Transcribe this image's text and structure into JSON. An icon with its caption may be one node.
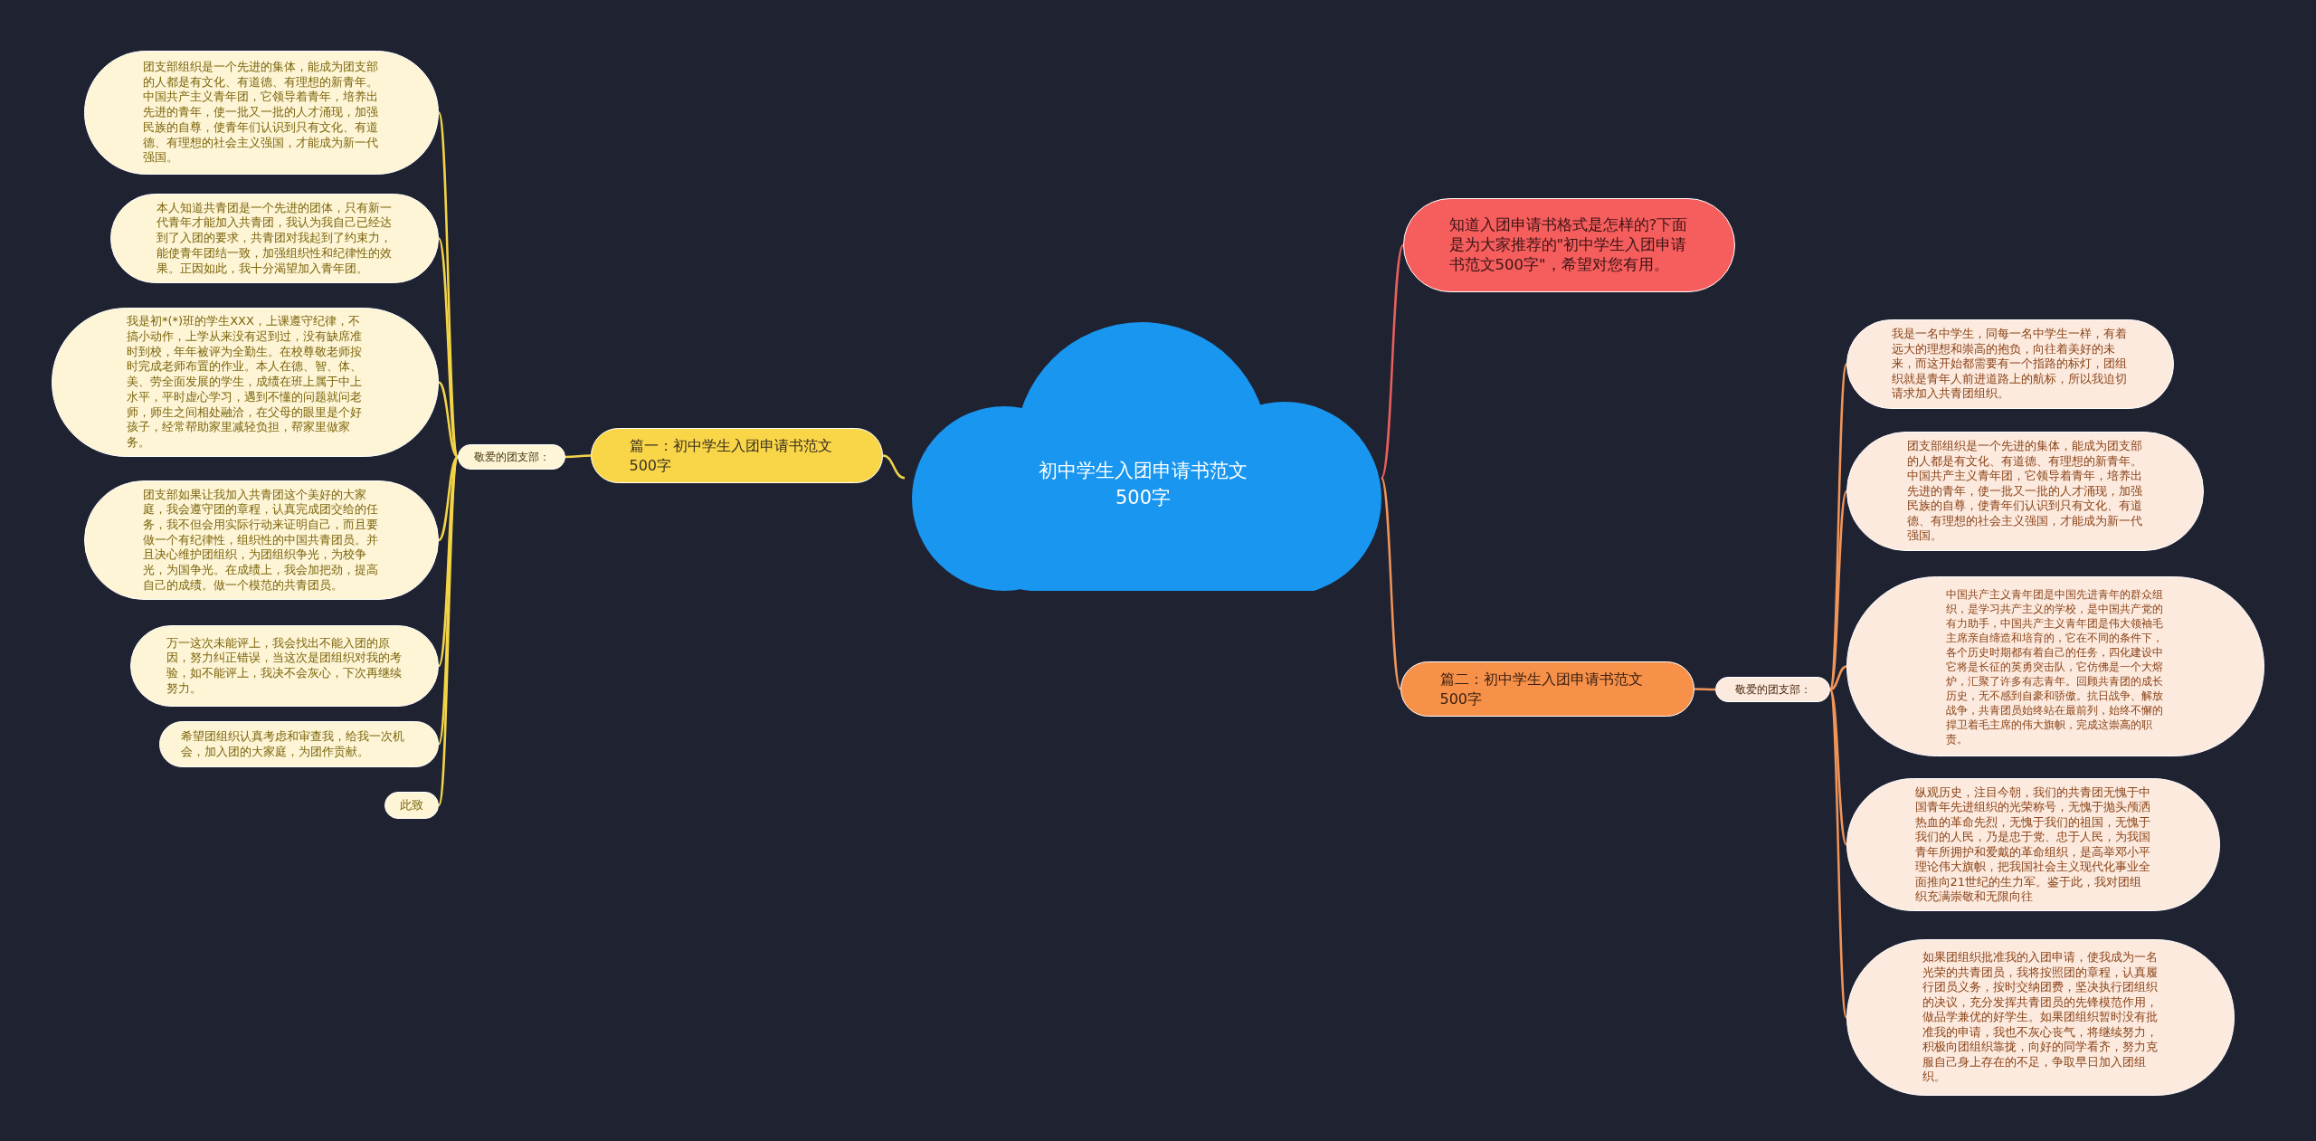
{
  "diagram": {
    "nodes": [
      {
        "text": [
          "初中学生入团申请书范文500字"
        ]
      },
      {
        "text": [
          "篇一：初中学生入团申请书范文500字"
        ]
      },
      {
        "text": [
          "敬爱的团支部："
        ]
      },
      {
        "text": [
          "团支部组织是一个先进的集体，能成为团支部的人都是有文化、有道德、有理想的新青年。中国共产主义青年团，它领导着青年，培养出先进的青年，使一批又一批的人才涌现，加强民族的自尊，使青年们认识到只有文化、有道德、有理想的社会主义强国，才能成为新一代强国。"
        ]
      },
      {
        "text": [
          "本人知道共青团是一个先进的团体，只有新一代青年才能加入共青团，我认为我自己已经达到了入团的要求，共青团对我起到了约束力，能使青年团结一致，加强组织性和纪律性的效果。正因如此，我十分渴望加入青年团。"
        ]
      },
      {
        "text": [
          "我是初*(*)班的学生XXX，上课遵守纪律，不搞小动作，上学从来没有迟到过，没有缺席准时到校，年年被评为全勤生。在校尊敬老师按时完成老师布置的作业。本人在德、智、体、美、劳全面发展的学生，成绩在班上属于中上水平，平时虚心学习，遇到不懂的问题就问老师，师生之间相处融洽，在父母的眼里是个好孩子，经常帮助家里减轻负担，帮家里做家务。"
        ]
      },
      {
        "text": [
          "团支部如果让我加入共青团这个美好的大家庭，我会遵守团的章程，认真完成团交给的任务，我不但会用实际行动来证明自己，而且要做一个有纪律性，组织性的中国共青团员。并且决心维护团组织，为团组织争光，为校争光，为国争光。在成绩上，我会加把劲，提高自己的成绩。做一个模范的共青团员。"
        ]
      },
      {
        "text": [
          "万一这次未能评上，我会找出不能入团的原因，努力纠正错误，当这次是团组织对我的考验，如不能评上，我决不会灰心，下次再继续努力。"
        ]
      },
      {
        "text": [
          "希望团组织认真考虑和审查我，给我一次机会，加入团的大家庭，为团作贡献。"
        ]
      },
      {
        "text": [
          "此致"
        ]
      },
      {
        "text": [
          "知道入团申请书格式是怎样的?下面是为大家推荐的\"初中学生入团申请书范文500字\"，希望对您有用。"
        ]
      },
      {
        "text": [
          "篇二：初中学生入团申请书范文500字"
        ]
      },
      {
        "text": [
          "敬爱的团支部："
        ]
      },
      {
        "text": [
          "我是一名中学生，同每一名中学生一样，有着远大的理想和崇高的抱负，向往着美好的未来，而这开始都需要有一个指路的标灯，团组织就是青年人前进道路上的航标，所以我迫切请求加入共青团组织。"
        ]
      },
      {
        "text": [
          "团支部组织是一个先进的集体，能成为团支部的人都是有文化、有道德、有理想的新青年。中国共产主义青年团，它领导着青年，培养出先进的青年，使一批又一批的人才涌现，加强民族的自尊，使青年们认识到只有文化、有道德、有理想的社会主义强国，才能成为新一代强国。"
        ]
      },
      {
        "text": [
          "中国共产主义青年团是中国先进青年的群众组织，是学习共产主义的学校，是中国共产党的有力助手，中国共产主义青年团是伟大领袖毛主席亲自缔造和培育的，它在不同的条件下，各个历史时期都有着自己的任务，四化建设中它将是长征的英勇突击队，它仿佛是一个大熔炉，汇聚了许多有志青年。回顾共青团的成长历史，无不感到自豪和骄傲。抗日战争、解放战争，共青团员始终站在最前列，始终不懈的捍卫着毛主席的伟大旗帜，完成这崇高的职责。"
        ]
      },
      {
        "text": [
          "纵观历史，注目今朝，我们的共青团无愧于中国青年先进组织的光荣称号，无愧于抛头颅洒热血的革命先烈，无愧于我们的祖国，无愧于我们的人民，乃是忠于党、忠于人民，为我国青年所拥护和爱戴的革命组织，是高举邓小平理论伟大旗帜，把我国社会主义现代化事业全面推向21世纪的生力军。鉴于此，我对团组织充满崇敬和无限向往"
        ]
      },
      {
        "text": [
          "如果团组织批准我的入团申请，使我成为一名光荣的共青团员，我将按照团的章程，认真履行团员义务，按时交纳团费，坚决执行团组织的决议，充分发挥共青团员的先锋模范作用，做品学兼优的好学生。如果团组织暂时没有批准我的申请，我也不灰心丧气，将继续努力，积极向团组织靠拢，向好的同学看齐，努力克服自己身上存在的不足，争取早日加入团组织。"
        ]
      }
    ],
    "edges": [
      {
        "from": 0,
        "to": 1,
        "arrow": "none"
      },
      {
        "from": 1,
        "to": 2,
        "arrow": "none"
      },
      {
        "from": 2,
        "to": 3,
        "arrow": "none"
      },
      {
        "from": 2,
        "to": 4,
        "arrow": "none"
      },
      {
        "from": 2,
        "to": 5,
        "arrow": "none"
      },
      {
        "from": 2,
        "to": 6,
        "arrow": "none"
      },
      {
        "from": 2,
        "to": 7,
        "arrow": "none"
      },
      {
        "from": 2,
        "to": 8,
        "arrow": "none"
      },
      {
        "from": 2,
        "to": 9,
        "arrow": "none"
      },
      {
        "from": 0,
        "to": 10,
        "arrow": "none",
        "color": "#e8605c"
      },
      {
        "from": 0,
        "to": 11,
        "arrow": "none",
        "color": "#f0955a"
      },
      {
        "from": 11,
        "to": 12,
        "arrow": "none",
        "color": "#f0955a"
      },
      {
        "from": 12,
        "to": 13,
        "arrow": "none",
        "color": "#f0955a"
      },
      {
        "from": 12,
        "to": 14,
        "arrow": "none",
        "color": "#f0955a"
      },
      {
        "from": 12,
        "to": 15,
        "arrow": "none",
        "color": "#f0955a"
      },
      {
        "from": 12,
        "to": 16,
        "arrow": "none",
        "color": "#f0955a"
      },
      {
        "from": 12,
        "to": 17,
        "arrow": "none",
        "color": "#f0955a"
      }
    ]
  }
}
